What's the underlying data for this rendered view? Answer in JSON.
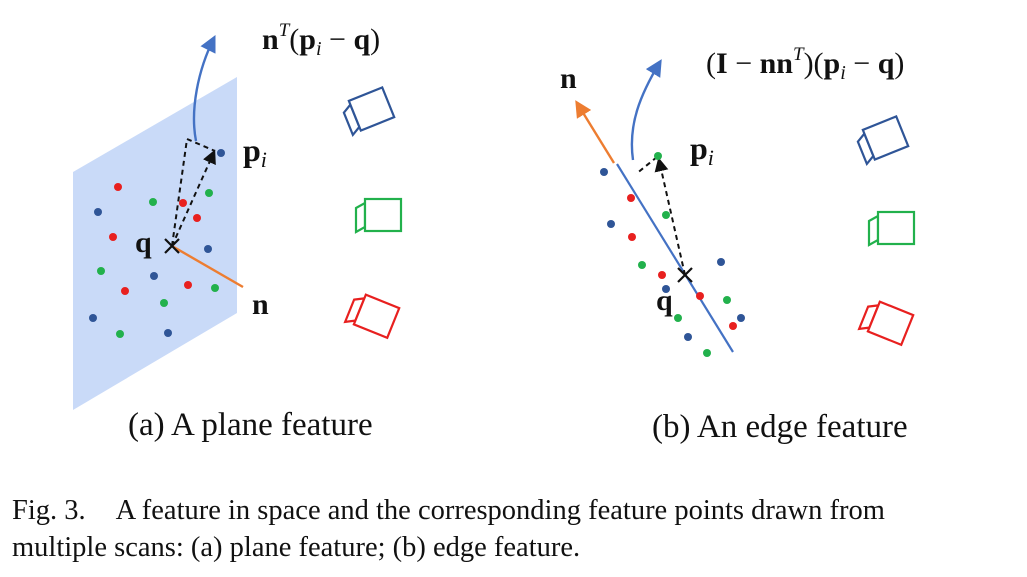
{
  "panel_a": {
    "subcaption": "(a) A plane feature",
    "label_q": "q",
    "label_n": "n",
    "label_p_base": "p",
    "label_p_sub": "i",
    "formula": {
      "n": "n",
      "sup": "T",
      "rest_open": "(",
      "p": "p",
      "sub": "i",
      "minus": " − ",
      "q": "q",
      "rest_close": ")"
    }
  },
  "panel_b": {
    "subcaption": "(b) An edge feature",
    "label_q": "q",
    "label_n": "n",
    "label_p_base": "p",
    "label_p_sub": "i",
    "formula": {
      "open": "(",
      "I": "I",
      "minus1": " − ",
      "nn": "nn",
      "sup": "T",
      "close_open": ")(",
      "p": "p",
      "sub": "i",
      "minus2": " − ",
      "q": "q",
      "close": ")"
    }
  },
  "scan_colors": {
    "blue": "#2F5597",
    "green": "#22B14C",
    "red": "#E8201F"
  },
  "accent_colors": {
    "plane_fill": "#C9DAF8",
    "normal_arrow": "#ED7D31",
    "curve_arrow": "#4472C4",
    "edge_line": "#4472C4"
  },
  "caption": {
    "label": "Fig. 3.",
    "line1": "A feature in space and the corresponding feature points drawn from",
    "line2": "multiple scans: (a) plane feature; (b) edge feature."
  }
}
